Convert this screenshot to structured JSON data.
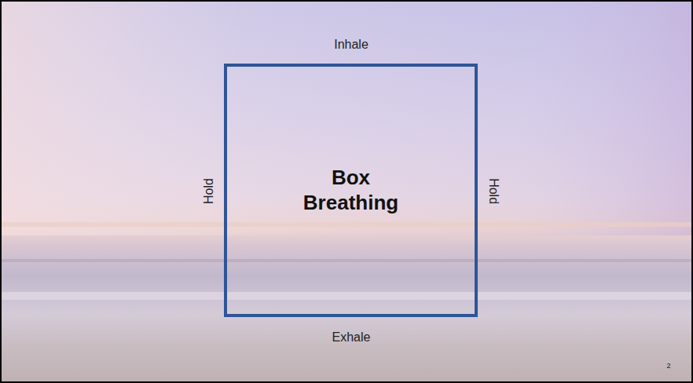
{
  "diagram": {
    "nodes": [
      {
        "text": [
          "Box Breathing"
        ]
      }
    ],
    "labels": [
      "Inhale",
      "Hold",
      "Hold",
      "Exhale",
      "2"
    ]
  }
}
